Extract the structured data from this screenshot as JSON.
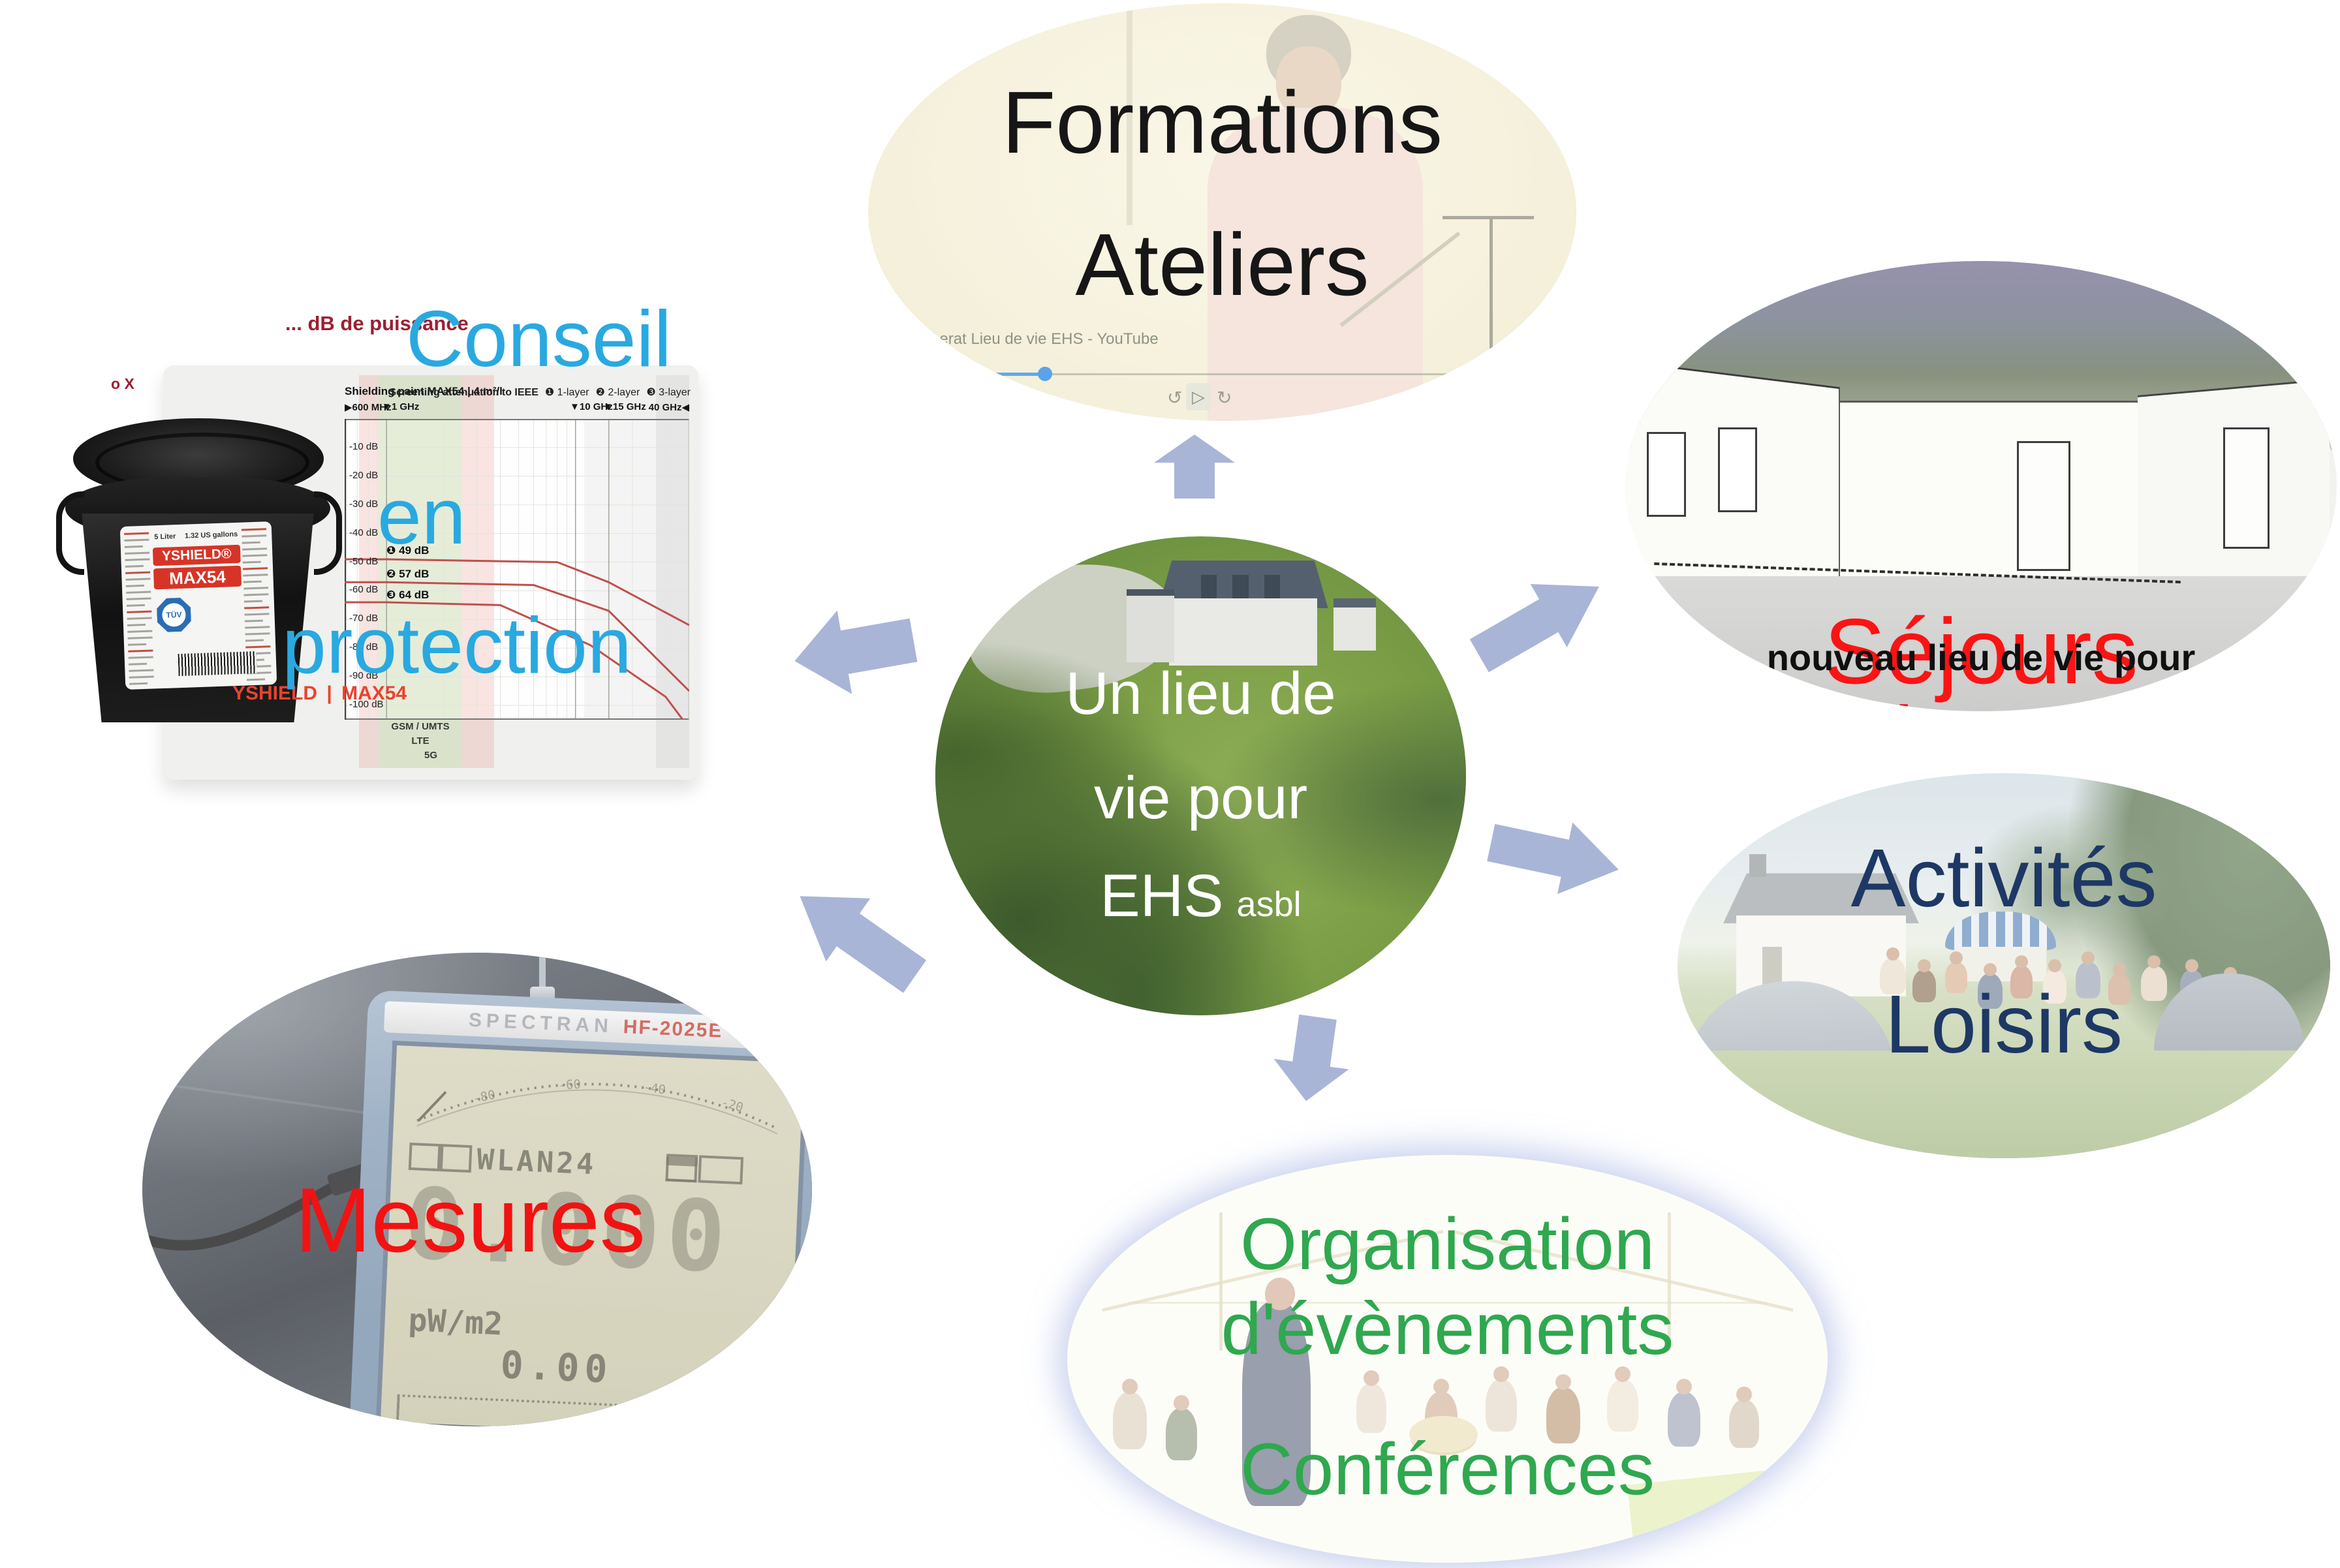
{
  "colors": {
    "arrow": "#a9b5d7",
    "conseil_blue": "#29a9e0",
    "sejours_red": "#fb1414",
    "activites_navy": "#1d3864",
    "organisation_green": "#2fa84f",
    "mesures_red": "#f21212",
    "formations_black": "#161616",
    "curve_red": "#c0504d",
    "product_red": "#e8432e",
    "dark_red_text": "#9c1f32",
    "center_white": "#ffffff"
  },
  "center": {
    "line1": "Un lieu de",
    "line2": "vie pour",
    "line3": "EHS",
    "line3_suffix": "asbl"
  },
  "bubbles": {
    "formations": {
      "line1": "Formations",
      "line2": "Ateliers",
      "caption": "Lerat Lieu de vie EHS - YouTube",
      "player": {
        "rewind_glyph": "↺",
        "play_glyph": "▷",
        "forward_glyph": "↻"
      }
    },
    "sejours": {
      "line1": "Séjours",
      "line2": "anti-ondes",
      "caption": "nouveau lieu de vie pour"
    },
    "activites": {
      "line1": "Activités",
      "line2": "Loisirs"
    },
    "organisation": {
      "line1": "Organisation",
      "line2": "d'évènements",
      "line3": "Conférences"
    },
    "mesures": {
      "label": "Mesures",
      "device_brand": "SPECTRAN",
      "device_model": "HF-2025E",
      "lcd": {
        "mode": "WLAN24",
        "value": "0.000",
        "unit": "pW/m2",
        "value2": "0.00",
        "scale_ticks": [
          "-80",
          "-60",
          "-40",
          "-20"
        ]
      }
    }
  },
  "conseil": {
    "red_header": "... dB de puissance",
    "x_mark": "o X",
    "title_line1": "Conseil",
    "title_line2": "en",
    "title_line3": "protection",
    "product_red_1": "YSHIELD",
    "product_red_2": "MAX54"
  },
  "bucket": {
    "brand": "YSHIELD®",
    "model": "MAX54",
    "size_l": "5 Liter",
    "size_us": "1.32 US gallons",
    "cert": "TÜV"
  },
  "chart_data": {
    "type": "line",
    "title": "Shielding paint MAX54 | 4 m²/l",
    "subtitle": "Screening attenuation to IEEE",
    "legend": [
      "❶ 1-layer",
      "❷ 2-layer",
      "❸ 3-layer"
    ],
    "x_scale": "log",
    "x_unit": "GHz",
    "x_range": [
      0.6,
      40
    ],
    "y_range": [
      0,
      -105
    ],
    "x_ticks": [
      "▶600 MHz",
      "▼1 GHz",
      "▼10 GHz",
      "▼15 GHz",
      "40 GHz◀"
    ],
    "y_ticks": [
      "-10 dB",
      "-20 dB",
      "-30 dB",
      "-40 dB",
      "-50 dB",
      "-60 dB",
      "-70 dB",
      "-80 dB",
      "-90 dB",
      "-100 dB"
    ],
    "annotations": [
      "❶ 49 dB",
      "❷ 57 dB",
      "❸ 64 dB"
    ],
    "band_labels": [
      "GSM / UMTS",
      "LTE",
      "5G"
    ],
    "grid": true,
    "series": [
      {
        "name": "1-layer",
        "points": [
          [
            0.6,
            -49
          ],
          [
            1,
            -49
          ],
          [
            8,
            -50
          ],
          [
            15,
            -57
          ],
          [
            40,
            -72
          ]
        ]
      },
      {
        "name": "2-layer",
        "points": [
          [
            0.6,
            -57
          ],
          [
            1,
            -57
          ],
          [
            6,
            -58
          ],
          [
            15,
            -67
          ],
          [
            40,
            -95
          ]
        ]
      },
      {
        "name": "3-layer",
        "points": [
          [
            0.6,
            -64
          ],
          [
            1,
            -64
          ],
          [
            4,
            -65
          ],
          [
            12,
            -79
          ],
          [
            30,
            -97
          ],
          [
            40,
            -108
          ]
        ]
      }
    ]
  }
}
